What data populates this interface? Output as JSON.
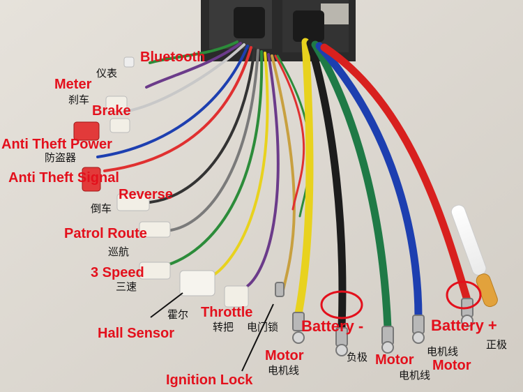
{
  "labels": {
    "bluetooth": "Bluetooth",
    "meter": "Meter",
    "meter_cn": "仪表",
    "brake_cn": "刹车",
    "brake": "Brake",
    "anti_theft_power": "Anti Theft Power",
    "anti_theft_power_cn": "防盗器",
    "anti_theft_signal": "Anti Theft Signal",
    "reverse": "Reverse",
    "reverse_cn": "倒车",
    "patrol_route": "Patrol Route",
    "patrol_route_cn": "巡航",
    "three_speed": "3 Speed",
    "three_speed_cn": "三速",
    "hall_cn": "霍尔",
    "hall_sensor": "Hall Sensor",
    "throttle": "Throttle",
    "throttle_cn": "转把",
    "ignition_cn": "电门锁",
    "ignition_lock": "Ignition Lock",
    "motor_1": "Motor",
    "motor_1_cn": "电机线",
    "battery_neg": "Battery -",
    "battery_neg_cn": "负极",
    "motor_2": "Motor",
    "motor_2_cn": "电机线",
    "motor_3_cn": "电机线",
    "motor_3": "Motor",
    "battery_pos": "Battery +",
    "battery_pos_cn": "正极"
  },
  "colors": {
    "label_red": "#e3101c",
    "wire_yellow": "#e8d21e",
    "wire_black": "#1c1c1c",
    "wire_green": "#1f7a46",
    "wire_blue": "#1d3fb0",
    "wire_red": "#d8201e",
    "highlight_circle": "#e3101c"
  }
}
